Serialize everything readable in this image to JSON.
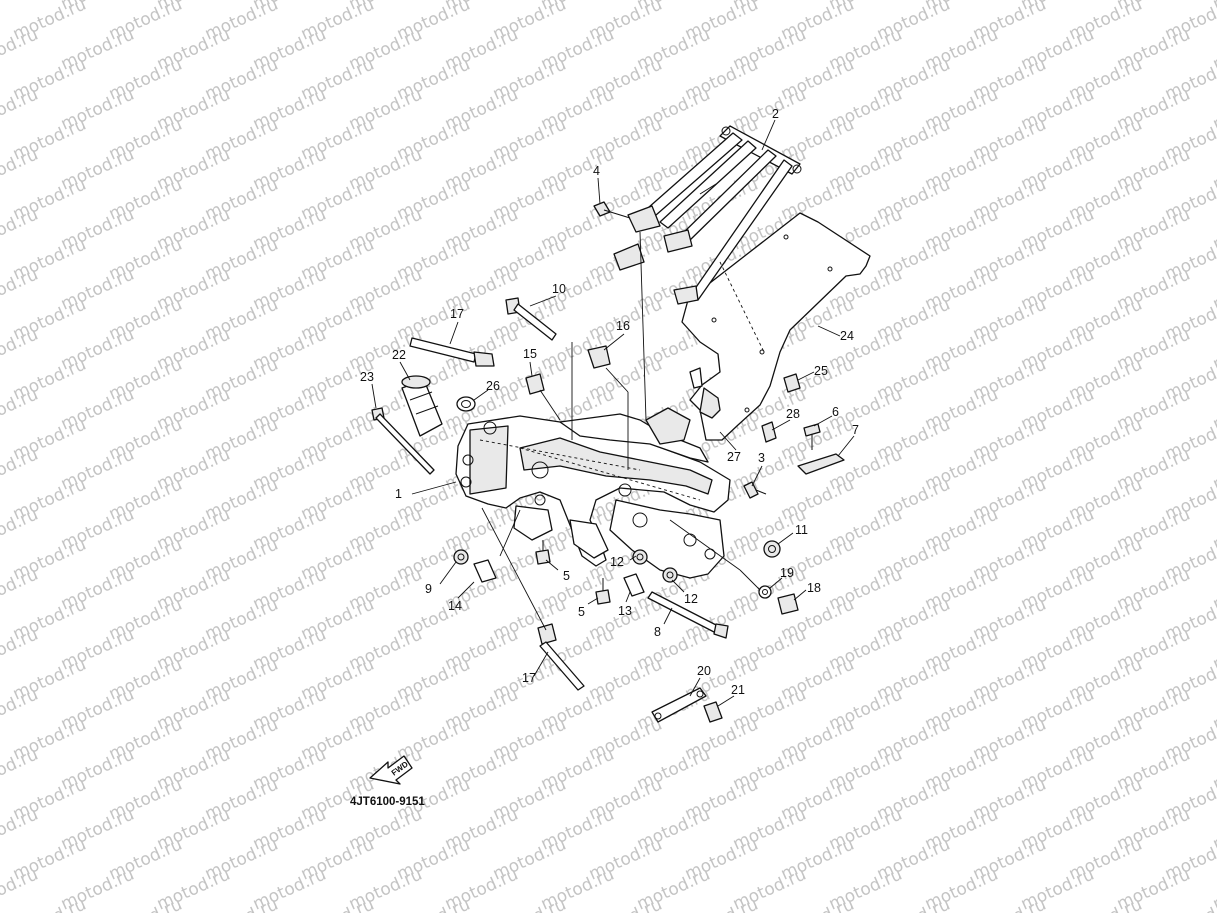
{
  "watermark": {
    "text": "motod.ru",
    "color": "#c4c4c4"
  },
  "diagram_code": "4JT6100-9151",
  "fwd_label": "FWD",
  "callouts": [
    {
      "id": "c1",
      "label": "1"
    },
    {
      "id": "c2",
      "label": "2"
    },
    {
      "id": "c3",
      "label": "3"
    },
    {
      "id": "c4",
      "label": "4"
    },
    {
      "id": "c5a",
      "label": "5"
    },
    {
      "id": "c5b",
      "label": "5"
    },
    {
      "id": "c6",
      "label": "6"
    },
    {
      "id": "c7",
      "label": "7"
    },
    {
      "id": "c8",
      "label": "8"
    },
    {
      "id": "c9",
      "label": "9"
    },
    {
      "id": "c10",
      "label": "10"
    },
    {
      "id": "c11",
      "label": "11"
    },
    {
      "id": "c12a",
      "label": "12"
    },
    {
      "id": "c12b",
      "label": "12"
    },
    {
      "id": "c13",
      "label": "13"
    },
    {
      "id": "c14",
      "label": "14"
    },
    {
      "id": "c15",
      "label": "15"
    },
    {
      "id": "c16",
      "label": "16"
    },
    {
      "id": "c17a",
      "label": "17"
    },
    {
      "id": "c17b",
      "label": "17"
    },
    {
      "id": "c18",
      "label": "18"
    },
    {
      "id": "c19",
      "label": "19"
    },
    {
      "id": "c20",
      "label": "20"
    },
    {
      "id": "c21",
      "label": "21"
    },
    {
      "id": "c22",
      "label": "22"
    },
    {
      "id": "c23",
      "label": "23"
    },
    {
      "id": "c24",
      "label": "24"
    },
    {
      "id": "c25",
      "label": "25"
    },
    {
      "id": "c26",
      "label": "26"
    },
    {
      "id": "c27",
      "label": "27"
    },
    {
      "id": "c28",
      "label": "28"
    }
  ]
}
